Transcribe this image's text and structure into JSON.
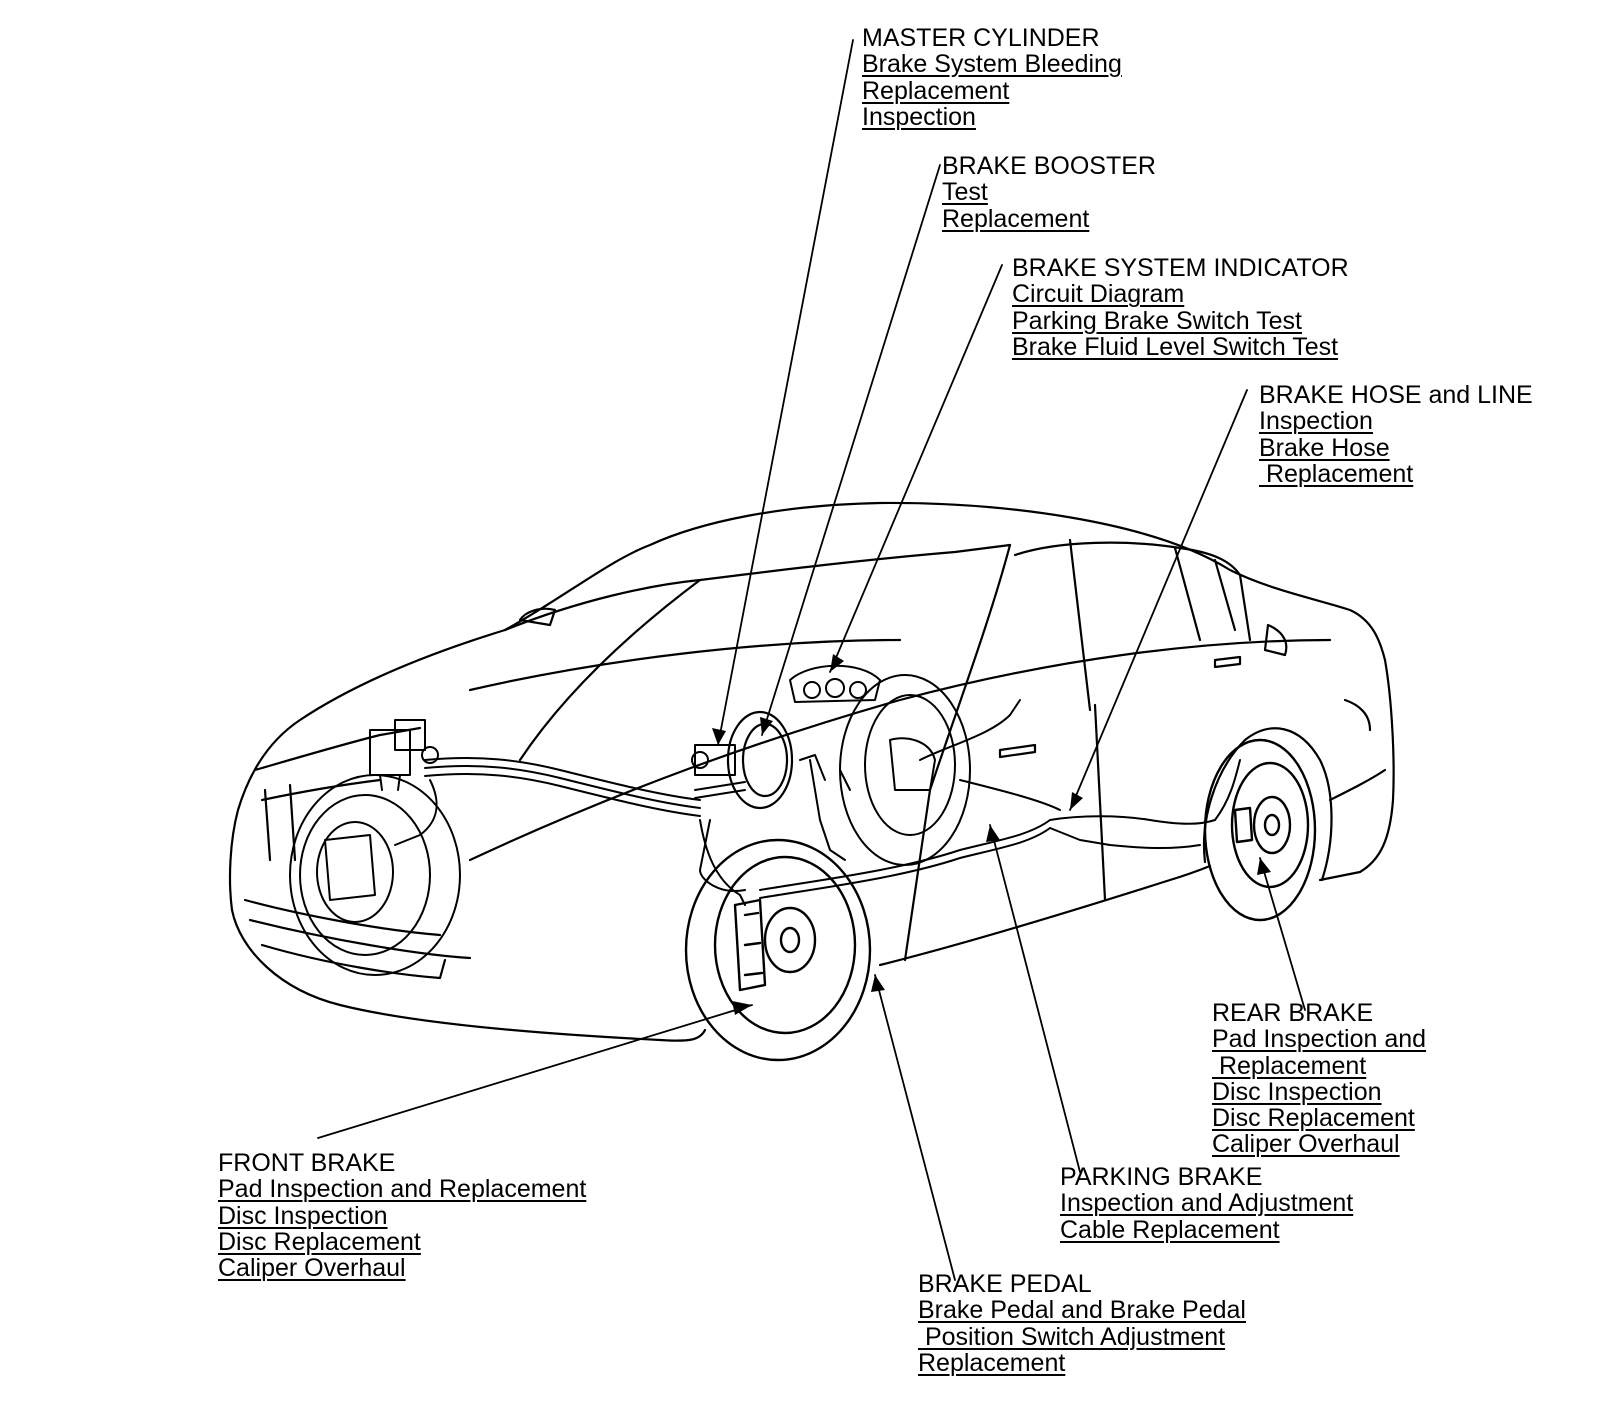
{
  "groups": [
    {
      "id": "master-cylinder",
      "heading": "MASTER CYLINDER",
      "links": [
        "Brake System Bleeding",
        "Replacement",
        "Inspection"
      ]
    },
    {
      "id": "brake-booster",
      "heading": "BRAKE BOOSTER",
      "links": [
        "Test",
        "Replacement"
      ]
    },
    {
      "id": "brake-system-indicator",
      "heading": "BRAKE SYSTEM INDICATOR",
      "links": [
        "Circuit Diagram",
        "Parking Brake Switch Test",
        "Brake Fluid Level Switch Test"
      ]
    },
    {
      "id": "brake-hose-and-line",
      "heading": "BRAKE HOSE and LINE",
      "links": [
        "Inspection",
        "Brake Hose",
        " Replacement"
      ]
    },
    {
      "id": "rear-brake",
      "heading": "REAR BRAKE",
      "links": [
        "Pad Inspection and",
        " Replacement",
        "Disc Inspection",
        "Disc Replacement",
        "Caliper Overhaul"
      ]
    },
    {
      "id": "parking-brake",
      "heading": "PARKING BRAKE",
      "links": [
        "Inspection and Adjustment",
        "Cable Replacement"
      ]
    },
    {
      "id": "front-brake",
      "heading": "FRONT BRAKE",
      "links": [
        "Pad Inspection and Replacement",
        "Disc Inspection",
        "Disc Replacement",
        "Caliper Overhaul"
      ]
    },
    {
      "id": "brake-pedal",
      "heading": "BRAKE PEDAL",
      "links": [
        "Brake Pedal and Brake Pedal",
        " Position Switch Adjustment",
        "Replacement"
      ]
    }
  ],
  "colors": {
    "ink": "#000000",
    "paper": "#ffffff"
  }
}
